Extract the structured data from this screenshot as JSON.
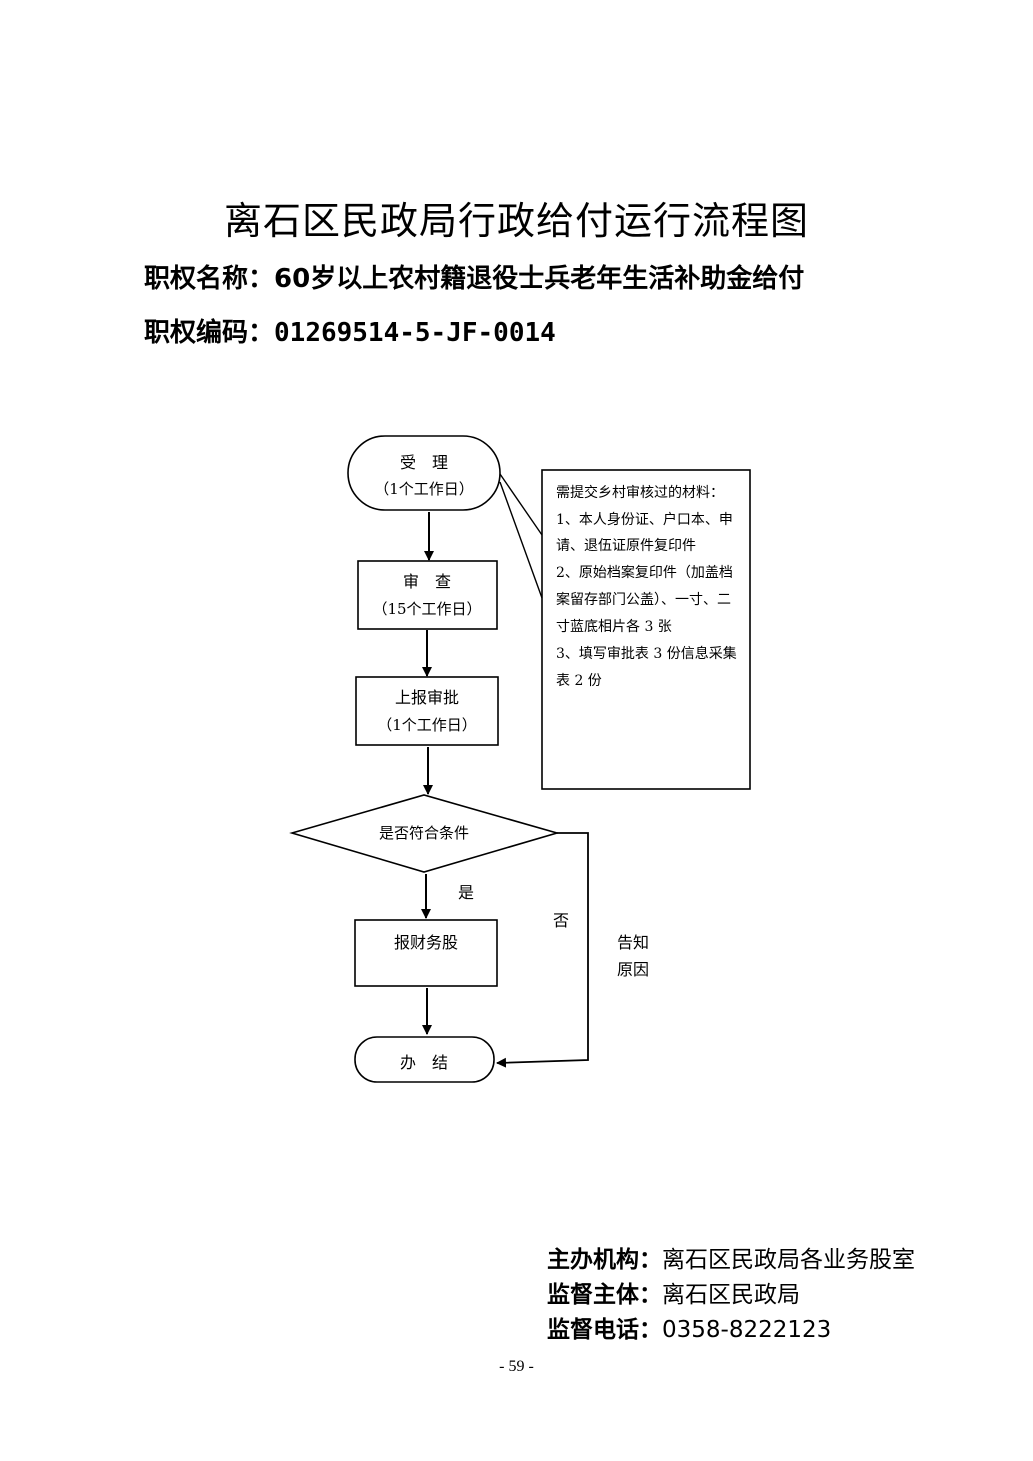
{
  "title": "离石区民政局行政给付运行流程图",
  "authority": {
    "name_label": "职权名称：",
    "name_value": "60岁以上农村籍退役士兵老年生活补助金给付",
    "code_label": "职权编码：",
    "code_value": "01269514-5-JF-0014"
  },
  "flowchart": {
    "step_accept": {
      "label": "受　理",
      "duration": "（1个工作日）"
    },
    "step_review": {
      "label": "审　查",
      "duration": "（15个工作日）"
    },
    "step_report": {
      "label": "上报审批",
      "duration": "（1个工作日）"
    },
    "decision": {
      "label": "是否符合条件"
    },
    "yes_label": "是",
    "no_label": "否",
    "step_finance": {
      "label": "报财务股"
    },
    "step_done": {
      "label": "办　结"
    },
    "notify_lines": [
      "告知",
      "原因"
    ],
    "materials": {
      "lines": [
        "需提交乡村审核过的材料：",
        "1、本人身份证、户口本、申",
        "请、退伍证原件复印件",
        "2、原始档案复印件（加盖档",
        "案留存部门公盖）、一寸、二",
        "寸蓝底相片各 3 张",
        "3、填写审批表 3 份信息采集",
        "表 2 份"
      ]
    }
  },
  "footer": {
    "org_label": "主办机构：",
    "org_value": "离石区民政局各业务股室",
    "supervisor_label": "监督主体：",
    "supervisor_value": "离石区民政局",
    "phone_label": "监督电话：",
    "phone_value": "0358-8222123"
  },
  "page_number": "- 59 -"
}
